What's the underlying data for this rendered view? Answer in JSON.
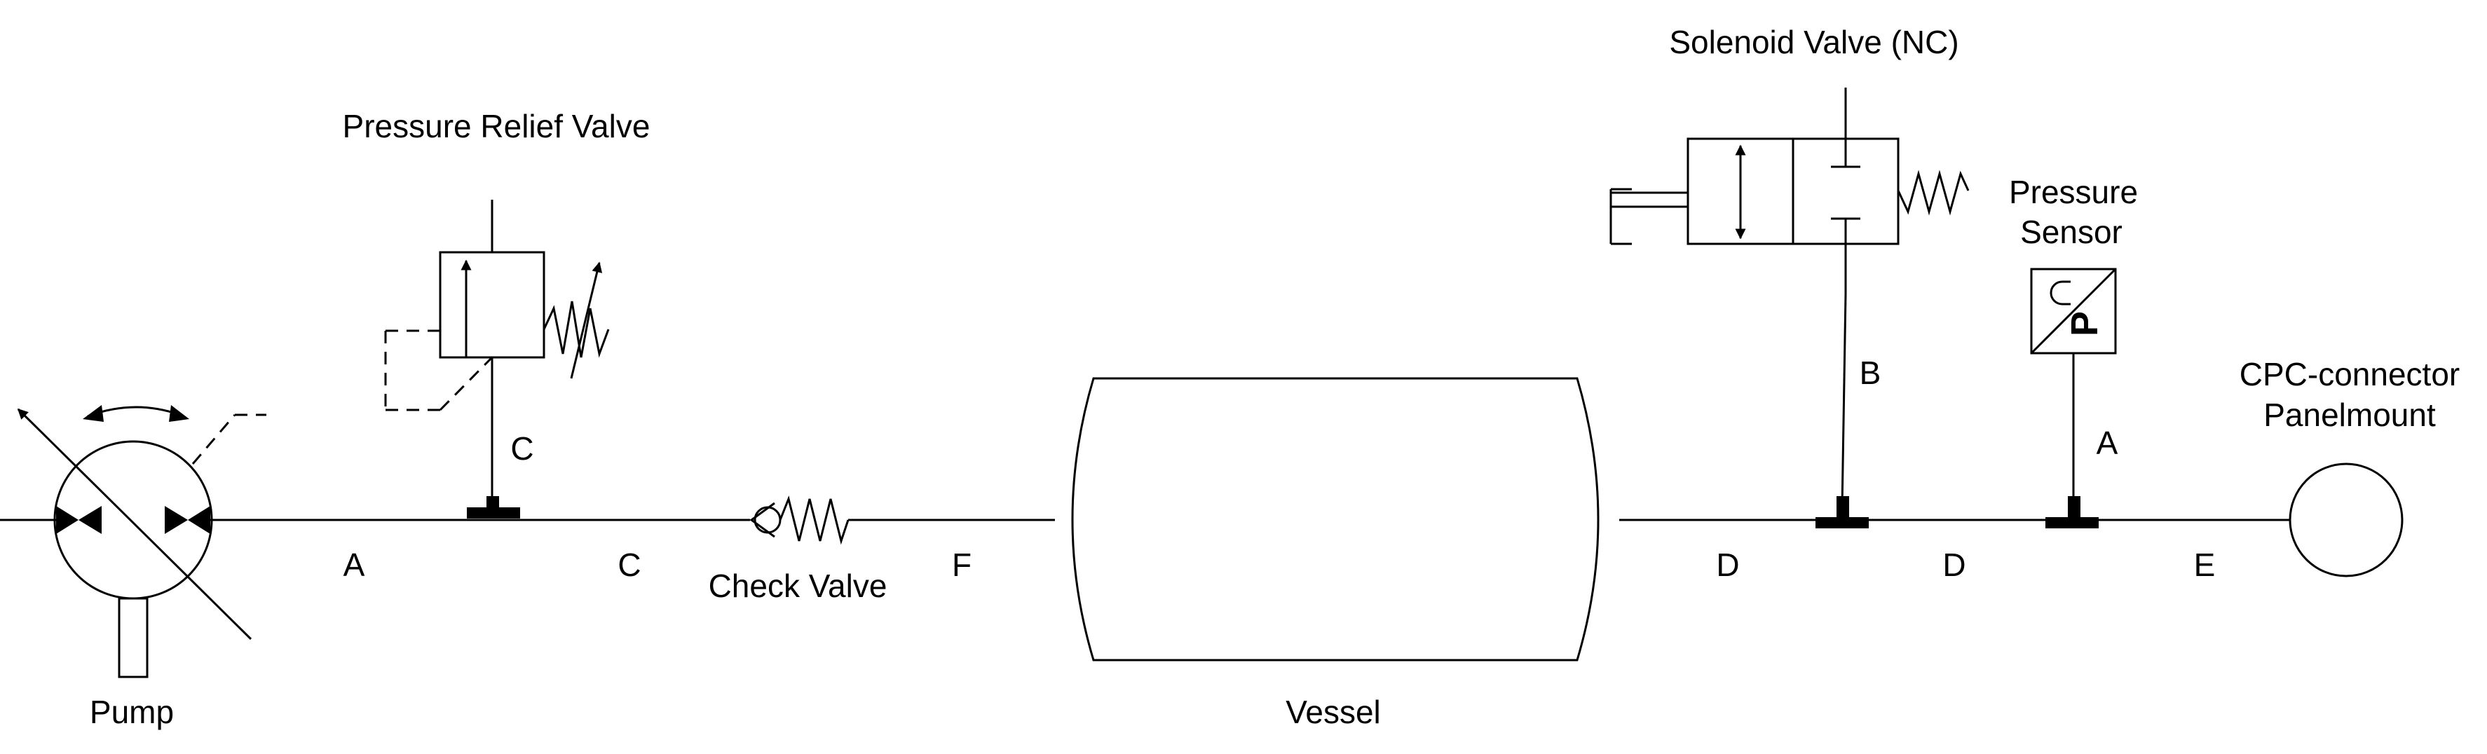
{
  "components": {
    "pump": "Pump",
    "pressure_relief_valve": "Pressure Relief Valve",
    "check_valve": "Check Valve",
    "vessel": "Vessel",
    "solenoid_valve": "Solenoid Valve (NC)",
    "pressure_sensor_line1": "Pressure",
    "pressure_sensor_line2": "Sensor",
    "connector_line1": "CPC-connector",
    "connector_line2": "Panelmount",
    "sensor_symbol_letter": "P"
  },
  "line_labels": {
    "pump_to_relief": "A",
    "relief_branch": "C",
    "relief_to_check": "C",
    "check_to_vessel": "F",
    "vessel_to_solenoid": "D",
    "solenoid_branch": "B",
    "solenoid_to_sensor": "D",
    "sensor_branch": "A",
    "sensor_to_connector": "E"
  }
}
